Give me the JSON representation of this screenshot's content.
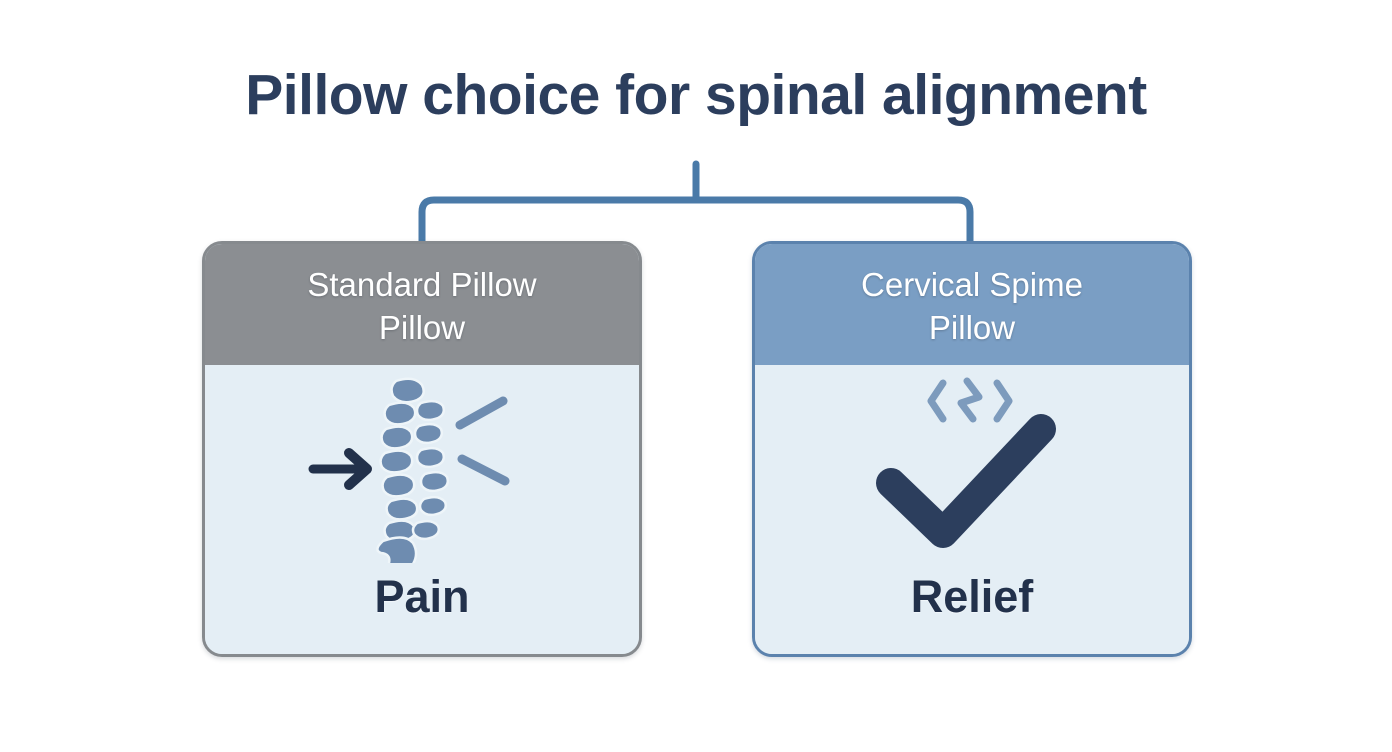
{
  "page": {
    "title": "Pillow choice for spinal alignment",
    "background_color": "#ffffff",
    "title_color": "#2c3e5d",
    "connector_color": "#4a7aa8"
  },
  "cards": [
    {
      "id": "standard",
      "header_line1": "Standard Pillow",
      "header_line2": "Pillow",
      "header_bg": "#8b8e92",
      "border_color": "#868a8e",
      "body_bg": "#e4eef5",
      "outcome": "Pain",
      "outcome_color": "#22314b",
      "icon": "spine-misaligned-icon",
      "icon_color": "#6e8cb0",
      "arrow_icon": "arrow-right-icon",
      "arrow_color": "#22314b",
      "pain_lines_icon": "pain-radiating-lines-icon"
    },
    {
      "id": "cervical",
      "header_line1": "Cervical Spime",
      "header_line2": "Pillow",
      "header_bg": "#7a9ec4",
      "border_color": "#5b82ad",
      "body_bg": "#e4eef5",
      "outcome": "Relief",
      "outcome_color": "#22314b",
      "icon": "checkmark-icon",
      "icon_color": "#2c3e5d",
      "relief_icon": "relief-zigzag-lines-icon",
      "relief_color": "#7d9bbd"
    }
  ]
}
